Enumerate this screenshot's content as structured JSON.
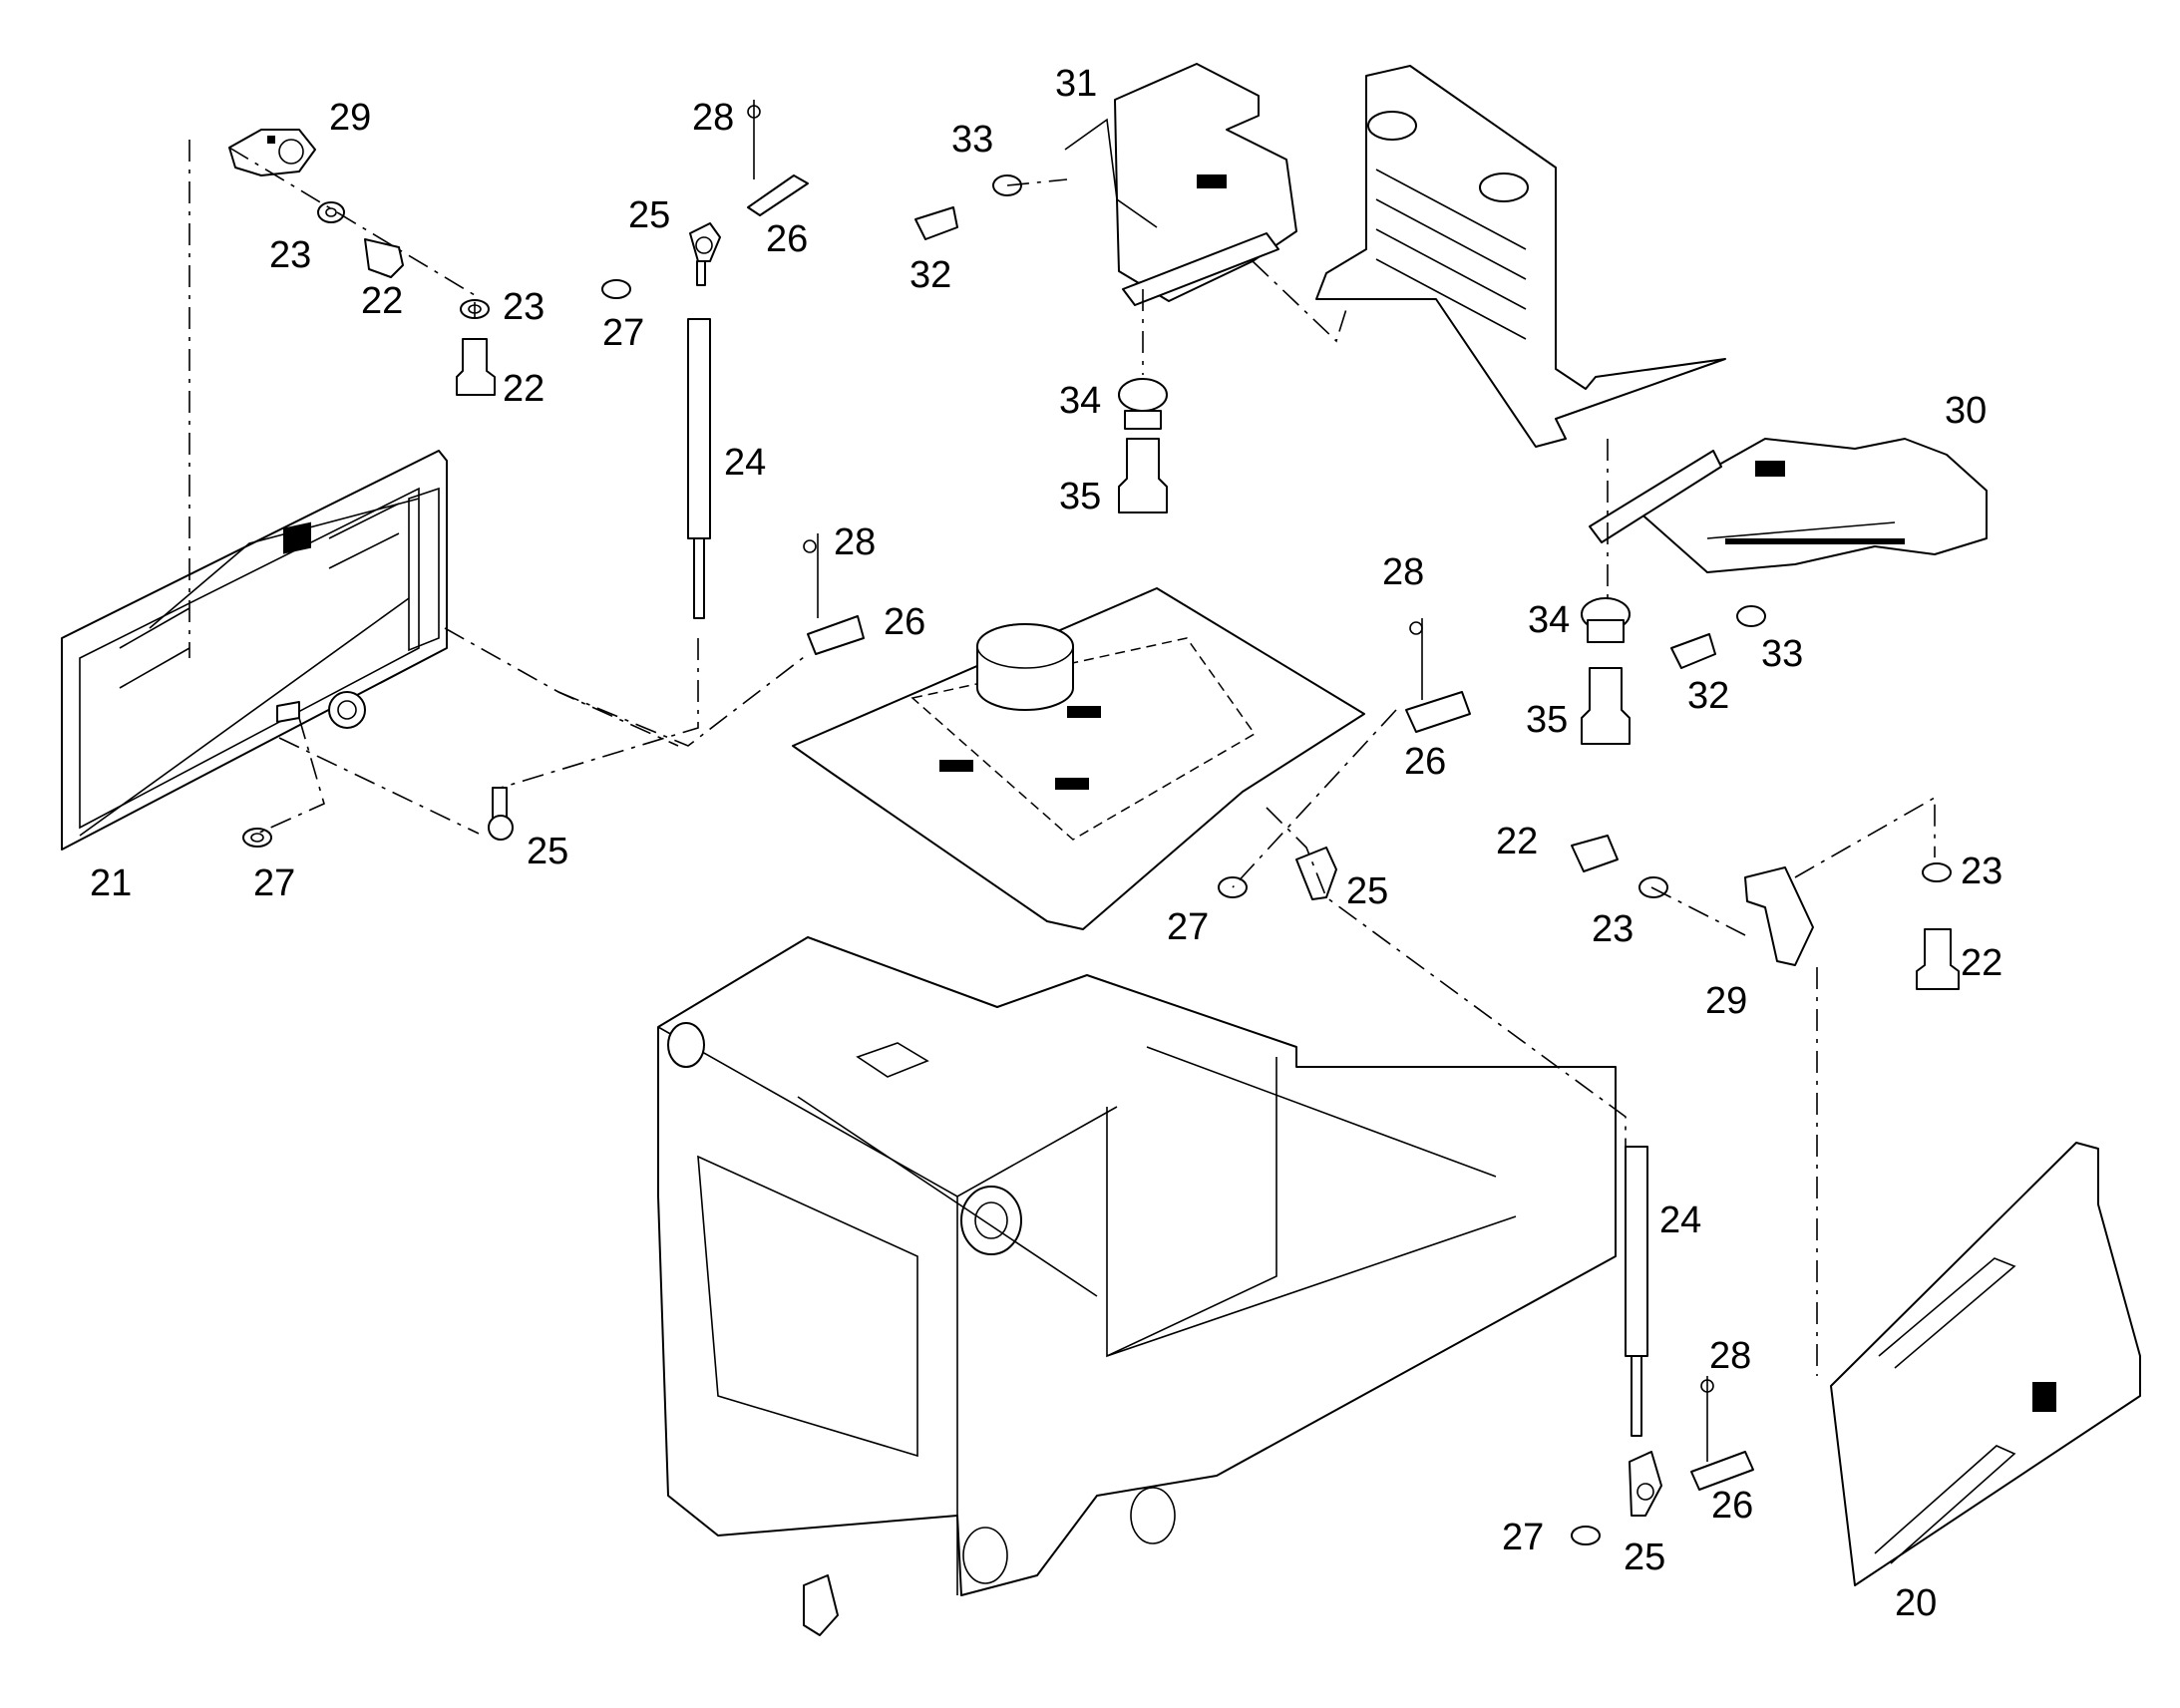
{
  "diagram": {
    "callouts": [
      {
        "id": "c21",
        "text": "21"
      },
      {
        "id": "c27a",
        "text": "27"
      },
      {
        "id": "c23a",
        "text": "23"
      },
      {
        "id": "c22a",
        "text": "22"
      },
      {
        "id": "c23b",
        "text": "23"
      },
      {
        "id": "c22b",
        "text": "22"
      },
      {
        "id": "c29a",
        "text": "29"
      },
      {
        "id": "c28a",
        "text": "28"
      },
      {
        "id": "c25a",
        "text": "25"
      },
      {
        "id": "c26a",
        "text": "26"
      },
      {
        "id": "c27b",
        "text": "27"
      },
      {
        "id": "c24a",
        "text": "24"
      },
      {
        "id": "c28b",
        "text": "28"
      },
      {
        "id": "c26b",
        "text": "26"
      },
      {
        "id": "c25b",
        "text": "25"
      },
      {
        "id": "c31",
        "text": "31"
      },
      {
        "id": "c33a",
        "text": "33"
      },
      {
        "id": "c32a",
        "text": "32"
      },
      {
        "id": "c34a",
        "text": "34"
      },
      {
        "id": "c35a",
        "text": "35"
      },
      {
        "id": "c30",
        "text": "30"
      },
      {
        "id": "c34b",
        "text": "34"
      },
      {
        "id": "c35b",
        "text": "35"
      },
      {
        "id": "c32b",
        "text": "32"
      },
      {
        "id": "c33b",
        "text": "33"
      },
      {
        "id": "c28c",
        "text": "28"
      },
      {
        "id": "c26c",
        "text": "26"
      },
      {
        "id": "c27c",
        "text": "27"
      },
      {
        "id": "c25c",
        "text": "25"
      },
      {
        "id": "c22c",
        "text": "22"
      },
      {
        "id": "c23c",
        "text": "23"
      },
      {
        "id": "c29b",
        "text": "29"
      },
      {
        "id": "c23d",
        "text": "23"
      },
      {
        "id": "c22d",
        "text": "22"
      },
      {
        "id": "c24b",
        "text": "24"
      },
      {
        "id": "c28d",
        "text": "28"
      },
      {
        "id": "c26d",
        "text": "26"
      },
      {
        "id": "c27d",
        "text": "27"
      },
      {
        "id": "c25d",
        "text": "25"
      },
      {
        "id": "c20",
        "text": "20"
      }
    ]
  }
}
